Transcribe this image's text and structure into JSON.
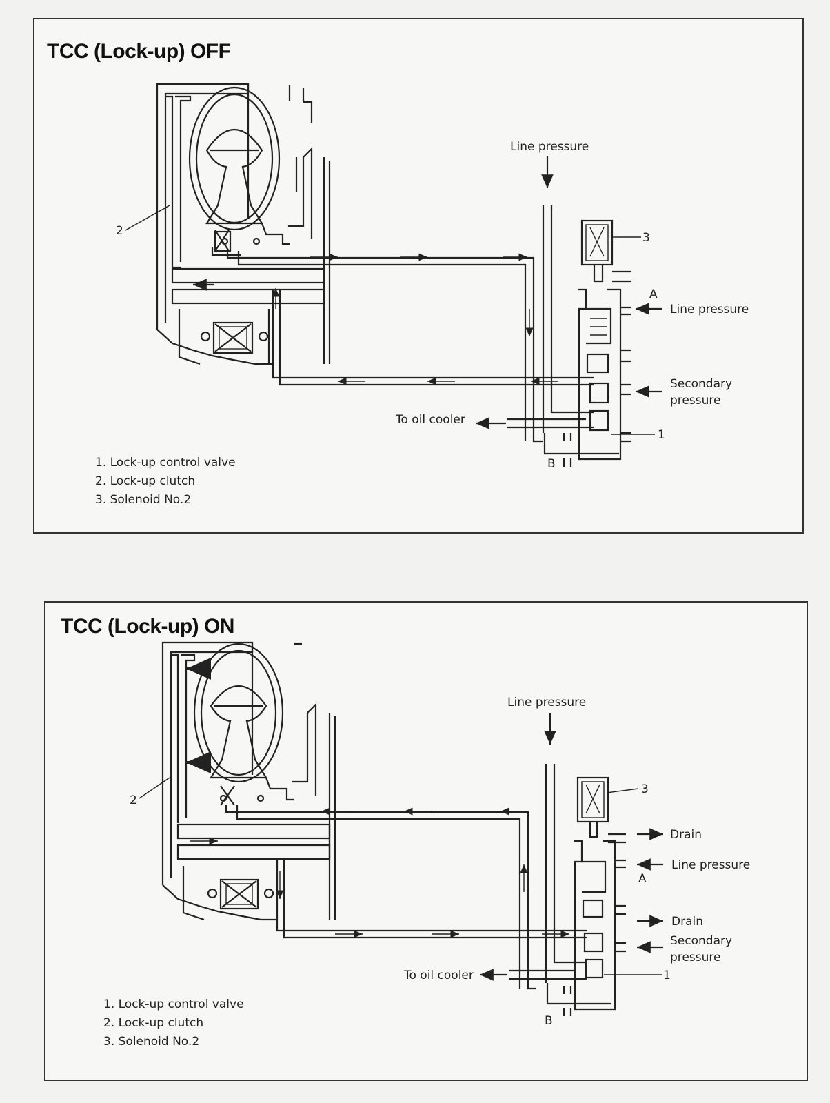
{
  "panels": [
    {
      "title": "TCC (Lock-up) OFF",
      "labels": {
        "line_pressure_top": "Line pressure",
        "line_pressure_side": "Line pressure",
        "secondary_pressure_1": "Secondary",
        "secondary_pressure_2": "pressure",
        "oil_cooler": "To oil cooler",
        "port_a": "A",
        "port_b": "B",
        "callout_1": "1",
        "callout_2": "2",
        "callout_3": "3"
      },
      "legend": [
        "1. Lock-up control valve",
        "2. Lock-up clutch",
        "3. Solenoid No.2"
      ]
    },
    {
      "title": "TCC (Lock-up) ON",
      "labels": {
        "line_pressure_top": "Line pressure",
        "line_pressure_side": "Line pressure",
        "drain_1": "Drain",
        "drain_2": "Drain",
        "secondary_pressure_1": "Secondary",
        "secondary_pressure_2": "pressure",
        "oil_cooler": "To oil cooler",
        "port_a": "A",
        "port_b": "B",
        "callout_1": "1",
        "callout_2": "2",
        "callout_3": "3"
      },
      "legend": [
        "1. Lock-up control valve",
        "2. Lock-up clutch",
        "3. Solenoid No.2"
      ]
    }
  ]
}
